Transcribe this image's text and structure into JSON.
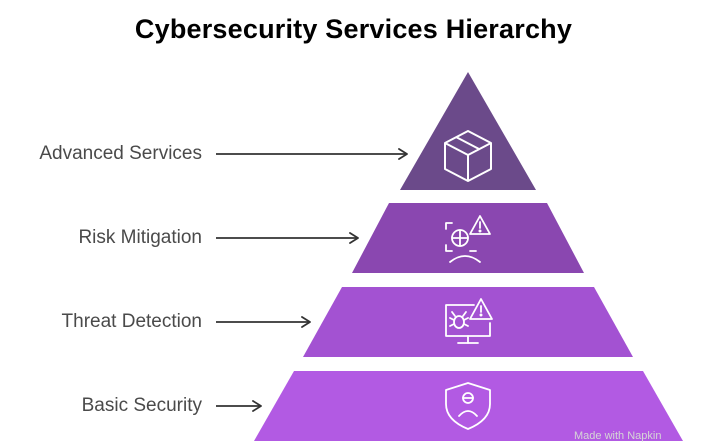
{
  "title": "Cybersecurity Services Hierarchy",
  "levels": [
    {
      "label": "Advanced Services",
      "icon": "box-icon",
      "color": "#6b4a8a"
    },
    {
      "label": "Risk Mitigation",
      "icon": "risk-scan-icon",
      "color": "#8a47b0"
    },
    {
      "label": "Threat Detection",
      "icon": "bug-alert-monitor-icon",
      "color": "#a352d2"
    },
    {
      "label": "Basic Security",
      "icon": "shield-user-icon",
      "color": "#b25ae3"
    }
  ],
  "watermark": "Made with Napkin"
}
